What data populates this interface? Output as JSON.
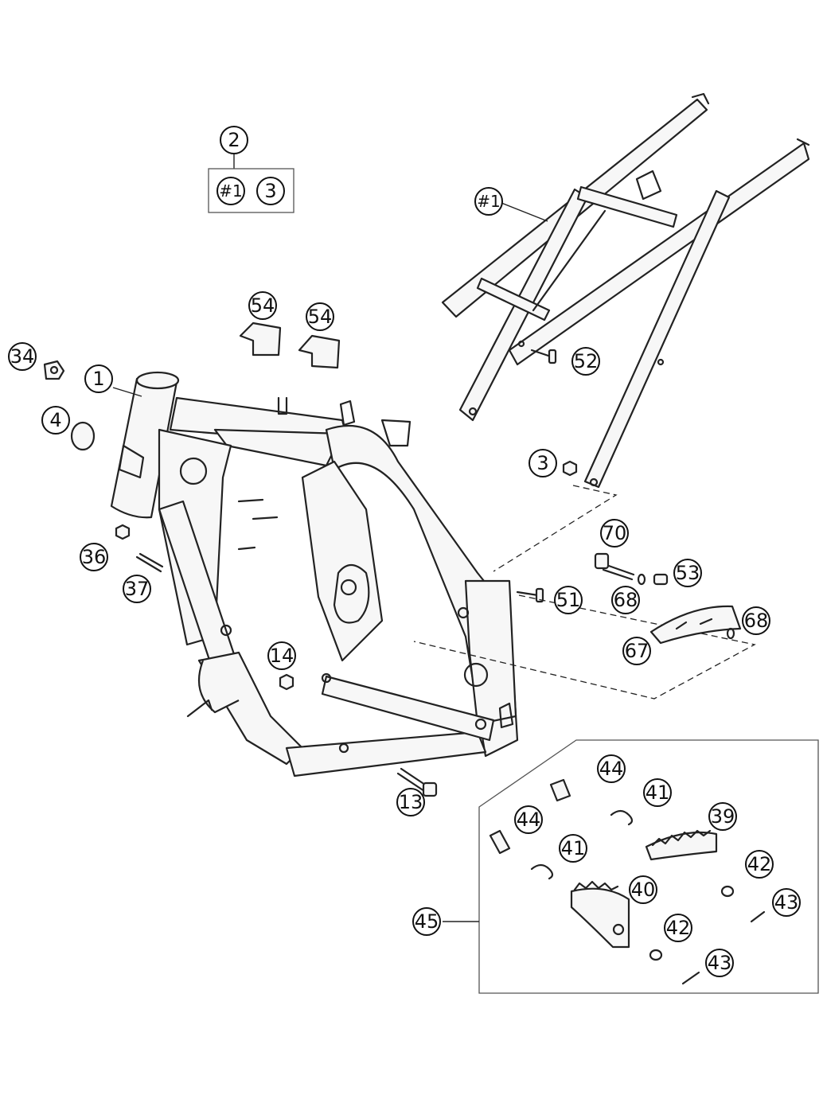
{
  "diagram": {
    "callouts": [
      {
        "id": "c-2",
        "label": "2"
      },
      {
        "id": "c-h1-kit",
        "label": "#1"
      },
      {
        "id": "c-3-kit",
        "label": "3"
      },
      {
        "id": "c-h1",
        "label": "#1"
      },
      {
        "id": "c-54a",
        "label": "54"
      },
      {
        "id": "c-54b",
        "label": "54"
      },
      {
        "id": "c-34",
        "label": "34"
      },
      {
        "id": "c-1",
        "label": "1"
      },
      {
        "id": "c-4",
        "label": "4"
      },
      {
        "id": "c-52",
        "label": "52"
      },
      {
        "id": "c-3",
        "label": "3"
      },
      {
        "id": "c-70",
        "label": "70"
      },
      {
        "id": "c-53",
        "label": "53"
      },
      {
        "id": "c-36",
        "label": "36"
      },
      {
        "id": "c-37",
        "label": "37"
      },
      {
        "id": "c-51",
        "label": "51"
      },
      {
        "id": "c-68a",
        "label": "68"
      },
      {
        "id": "c-68b",
        "label": "68"
      },
      {
        "id": "c-67",
        "label": "67"
      },
      {
        "id": "c-14",
        "label": "14"
      },
      {
        "id": "c-13",
        "label": "13"
      },
      {
        "id": "c-44a",
        "label": "44"
      },
      {
        "id": "c-41a",
        "label": "41"
      },
      {
        "id": "c-39",
        "label": "39"
      },
      {
        "id": "c-44b",
        "label": "44"
      },
      {
        "id": "c-41b",
        "label": "41"
      },
      {
        "id": "c-42a",
        "label": "42"
      },
      {
        "id": "c-40",
        "label": "40"
      },
      {
        "id": "c-43a",
        "label": "43"
      },
      {
        "id": "c-45",
        "label": "45"
      },
      {
        "id": "c-42b",
        "label": "42"
      },
      {
        "id": "c-43b",
        "label": "43"
      }
    ]
  }
}
